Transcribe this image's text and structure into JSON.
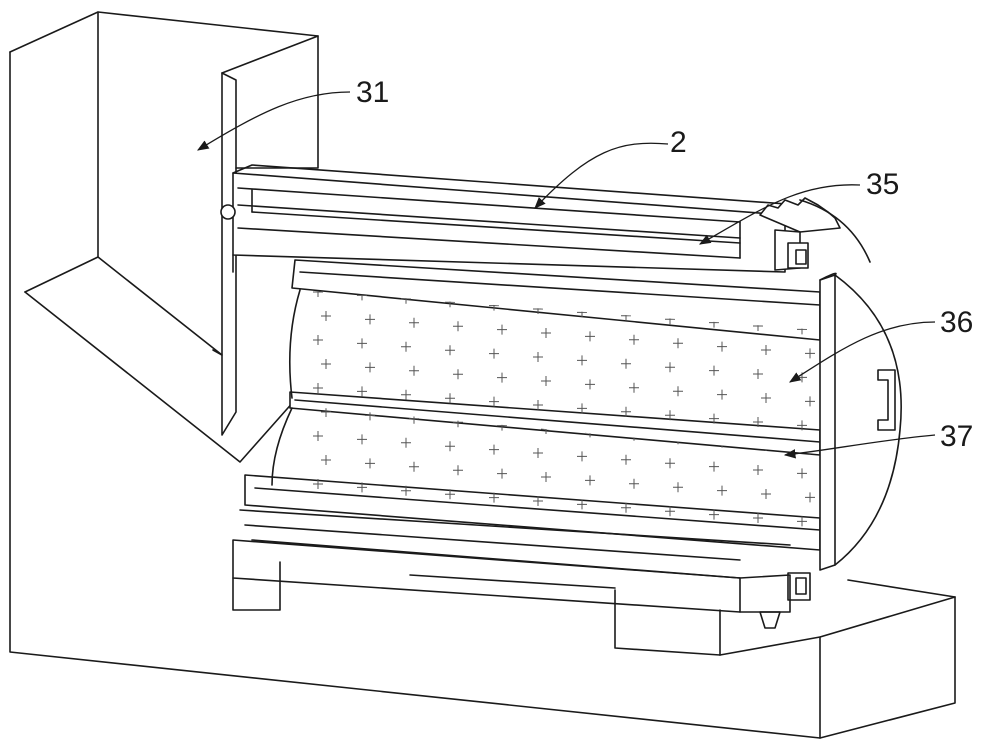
{
  "labels": {
    "hopper": "31",
    "housing": "2",
    "gear_ring": "35",
    "screen_drum": "36",
    "scraper_bar": "37"
  }
}
